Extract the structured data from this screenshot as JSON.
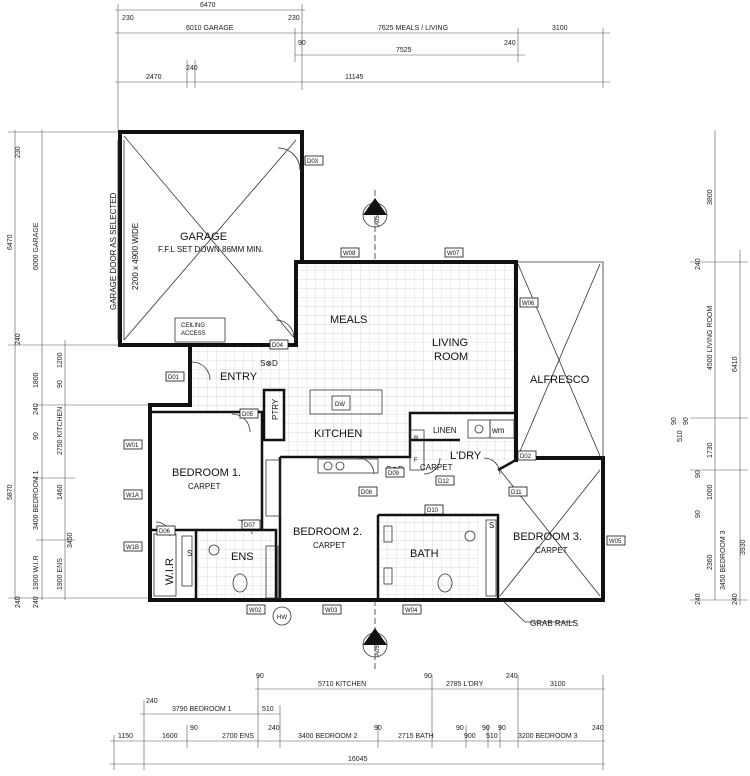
{
  "rooms": {
    "garage": "GARAGE",
    "garage_note1": "F.F.L SET DOWN 86MM MIN.",
    "garage_note2": "2200 x 4900 WIDE",
    "garage_door_note": "GARAGE DOOR AS SELECTED",
    "ceiling_access_1": "CEILING",
    "ceiling_access_2": "ACCESS",
    "meals": "MEALS",
    "living_1": "LIVING",
    "living_2": "ROOM",
    "alfresco": "ALFRESCO",
    "entry": "ENTRY",
    "kitchen": "KITCHEN",
    "pantry": "PTRY",
    "dw": "DW",
    "linen": "LINEN",
    "wm": "wm",
    "ldry": "L'DRY",
    "fridge": "R",
    "freezer": "F",
    "bed1": "BEDROOM 1.",
    "bed2": "BEDROOM 2.",
    "bed3": "BEDROOM 3.",
    "carpet": "CARPET",
    "ens": "ENS",
    "bath": "BATH",
    "wir": "W.I.R",
    "shower": "S",
    "smoke1": "S⊗D",
    "smoke2": "S⊗D",
    "hw": "HW",
    "grab_rails": "GRAB RAILS"
  },
  "tags": {
    "D01": "D01",
    "D02": "D02",
    "D03": "D03",
    "D04": "D04",
    "D05": "D05",
    "D06": "D06",
    "D07": "D07",
    "D08": "D08",
    "D09": "D09",
    "D10": "D10",
    "D11": "D11",
    "D12": "D12",
    "W01": "W01",
    "W02": "W02",
    "W03": "W03",
    "W04": "W04",
    "W05": "W05",
    "W06": "W06",
    "W07": "W07",
    "W08": "W08",
    "W1A": "W1A",
    "W1B": "W1B"
  },
  "section_marks": {
    "letter": "A",
    "sheet": "A05"
  },
  "dims_top": {
    "d6470": "6470",
    "d230a": "230",
    "d6010": "6010  GARAGE",
    "d230b": "230",
    "d7625": "7625  MEALS / LIVING",
    "d3100a": "3100",
    "d90a": "90",
    "d240a": "240",
    "d7525": "7525",
    "d2470": "2470",
    "d240b": "240",
    "d11145": "11145"
  },
  "dims_left": {
    "d230": "230",
    "d6470": "6470",
    "d6000": "6000  GARAGE",
    "d240a": "240",
    "d1200": "1200",
    "d1800": "1800",
    "d90a": "90",
    "d240b": "240",
    "d2750": "2750  KITCHEN",
    "d90b": "90",
    "d3400": "3400  BEDROOM 1",
    "d5870": "5870",
    "d1460": "1460",
    "d3450": "3450",
    "d1900a": "1900  W.I.R",
    "d1900b": "1900  ENS",
    "d240c": "240",
    "d240d": "240"
  },
  "dims_right": {
    "d3800": "3800",
    "d240a": "240",
    "d4500": "4500  LIVING ROOM",
    "d6410": "6410",
    "d90a": "90",
    "d90b": "90",
    "d510": "510",
    "d1730": "1730",
    "d90c": "90",
    "d1000": "1000",
    "d90d": "90",
    "d2360": "2360",
    "d3450": "3450  BEDROOM 3",
    "d3930": "3930",
    "d240b": "240",
    "d240c": "240"
  },
  "dims_bottom": {
    "d90a": "90",
    "d5710": "5710  KITCHEN",
    "d90b": "90",
    "d2785": "2785  L'DRY",
    "d240a": "240",
    "d3100": "3100",
    "d240b": "240",
    "d3790": "3790  BEDROOM 1",
    "d510a": "510",
    "d90c": "90",
    "d240c": "240",
    "d90d": "90",
    "d90e": "90",
    "d90f": "90",
    "d90g": "90",
    "d240d": "240",
    "d1150": "1150",
    "d1600": "1600",
    "d2700": "2700  ENS",
    "d3400": "3400  BEDROOM 2",
    "d2715": "2715  BATH",
    "d900": "900",
    "d510b": "510",
    "d3200": "3200  BEDROOM 3",
    "d16045": "16045"
  }
}
